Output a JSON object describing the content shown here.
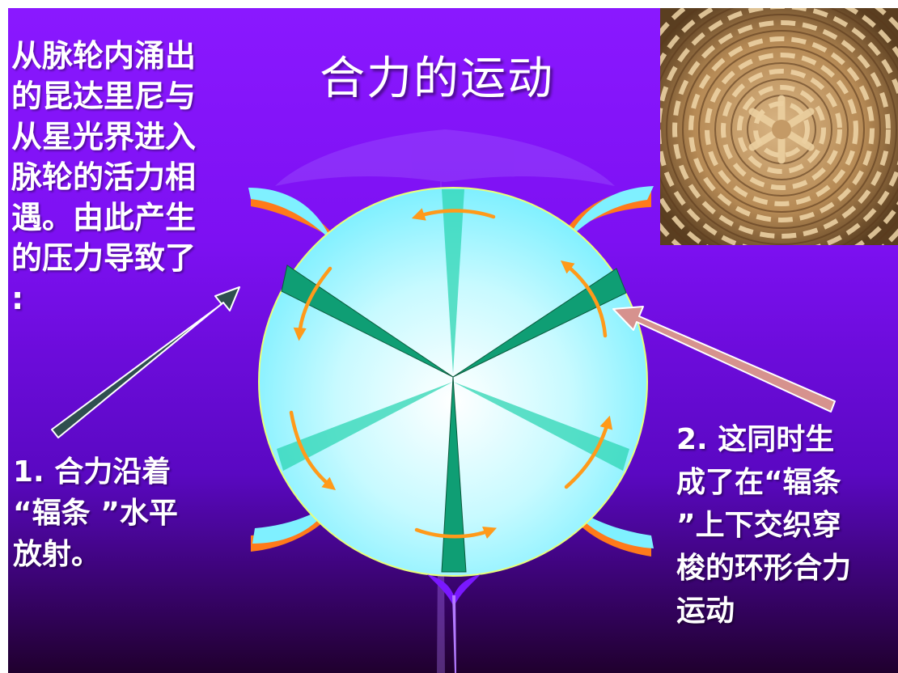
{
  "title": "合力的运动",
  "intro_lines": [
    "从脉轮内涌出",
    "的昆达里尼与",
    "从星光界进入",
    "脉轮的活力相",
    "遇。由此产生",
    "的压力导致了",
    ":"
  ],
  "note1_lines": [
    "1. 合力沿着",
    "“辐条 ”水平",
    "放射。"
  ],
  "note2_lines": [
    "2. 这同时生",
    "成了在“辐条",
    "”上下交织穿",
    "梭的环形合力",
    "运动"
  ],
  "colors": {
    "background_top": "#8a18ff",
    "background_bottom": "#20002e",
    "sphere": "#c8faff",
    "spoke_dark": "#0f9e74",
    "spoke_light": "#2ed6b4",
    "flow_arrow": "#ff9a1a",
    "petal": "#7ff0ff",
    "petal_edge": "#ff7a1a",
    "arrow_left": "#2f4f4f",
    "arrow_right": "#d6928e"
  },
  "image": "woven-basket-photo"
}
